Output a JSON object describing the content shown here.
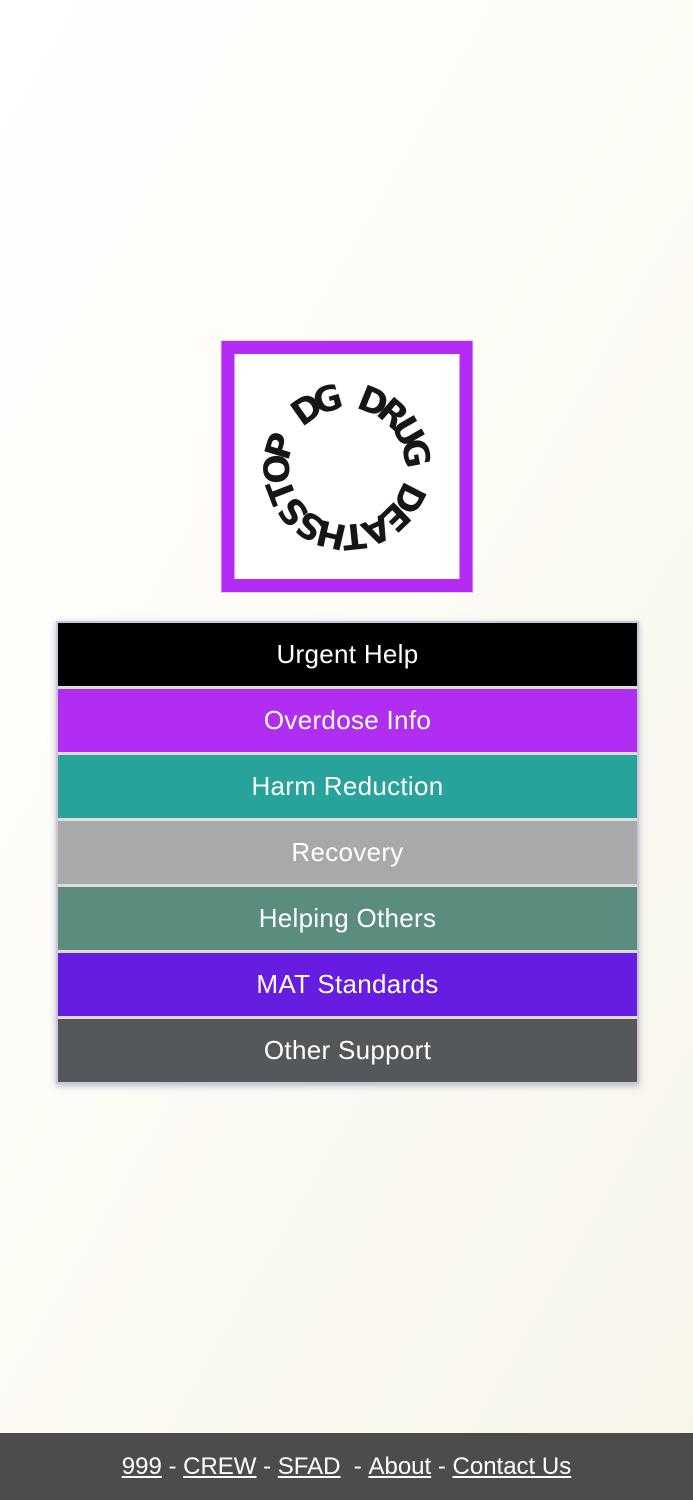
{
  "logo": {
    "circle_text": "STOP DG DRUG DEATHS",
    "border_color": "#b42cf4",
    "text_color": "#161616"
  },
  "menu": {
    "items": [
      {
        "label": "Urgent Help",
        "color": "#000000"
      },
      {
        "label": "Overdose Info",
        "color": "#b02df2"
      },
      {
        "label": "Harm Reduction",
        "color": "#27a39b"
      },
      {
        "label": "Recovery",
        "color": "#a9a9a9"
      },
      {
        "label": "Helping Others",
        "color": "#5b8d7e"
      },
      {
        "label": "MAT Standards",
        "color": "#671ce1"
      },
      {
        "label": "Other Support",
        "color": "#55585b"
      }
    ]
  },
  "footer": {
    "background": "#4c4c4c",
    "links": [
      {
        "label": "999"
      },
      {
        "label": "CREW"
      },
      {
        "label": "SFAD"
      },
      {
        "label": "About"
      },
      {
        "label": "Contact Us"
      }
    ],
    "separators": [
      " - ",
      " - ",
      "  - ",
      " - "
    ]
  }
}
